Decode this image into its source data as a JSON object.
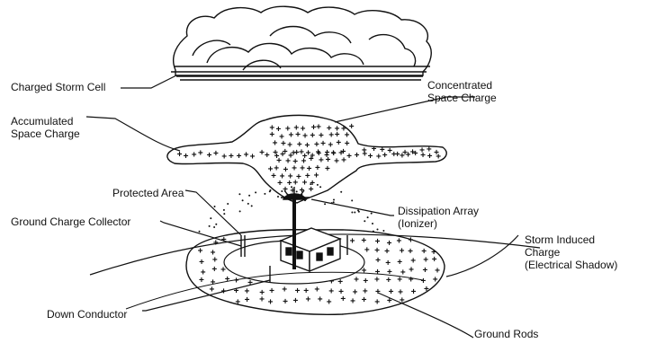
{
  "labels": {
    "charged_storm_cell": "Charged Storm Cell",
    "concentrated_space_charge_1": "Concentrated",
    "concentrated_space_charge_2": "Space Charge",
    "accumulated_space_charge_1": "Accumulated",
    "accumulated_space_charge_2": "Space Charge",
    "protected_area": "Protected Area",
    "dissipation_array_1": "Dissipation Array",
    "dissipation_array_2": "(Ionizer)",
    "ground_charge_collector": "Ground Charge Collector",
    "storm_induced_charge_1": "Storm Induced",
    "storm_induced_charge_2": "Charge",
    "storm_induced_charge_3": "(Electrical Shadow)",
    "down_conductor": "Down Conductor",
    "ground_rods": "Ground Rods"
  },
  "charge_symbol": "+",
  "colors": {
    "ink": "#111111",
    "background": "#ffffff"
  }
}
